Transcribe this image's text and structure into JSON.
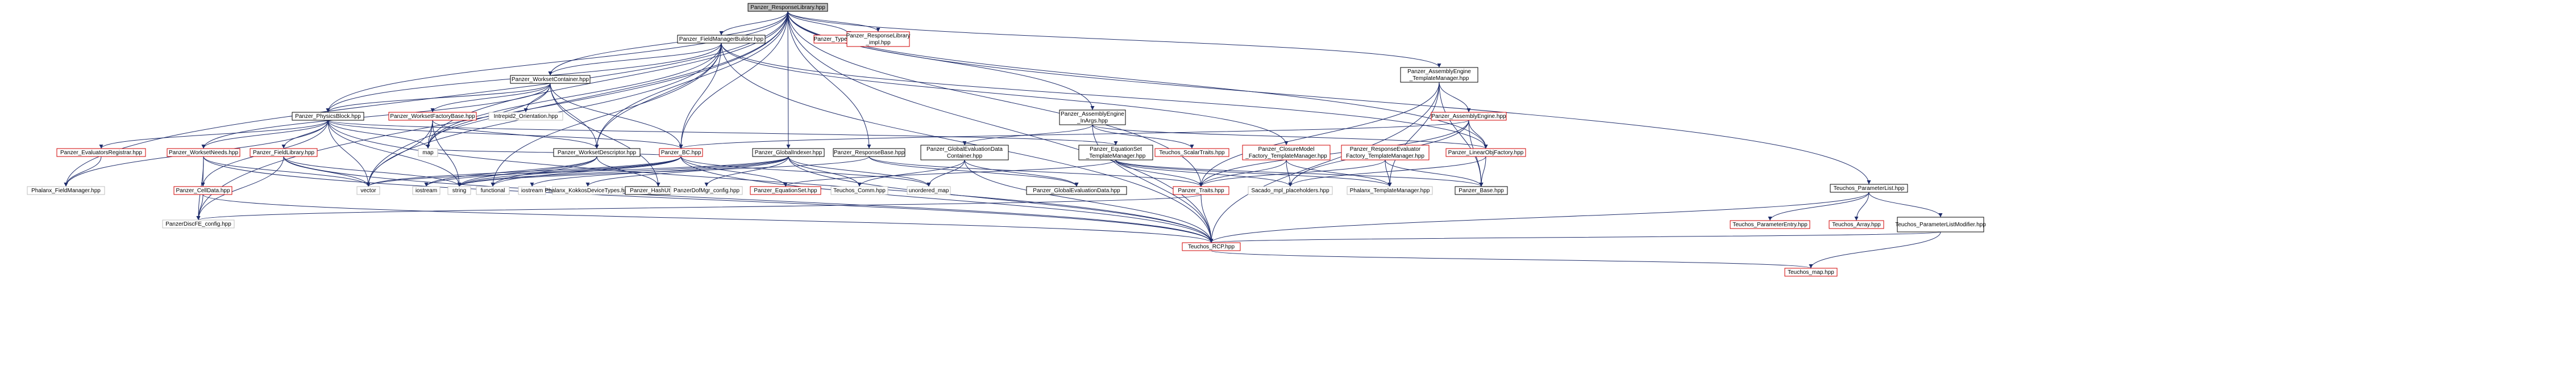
{
  "diagram": {
    "nodes": [
      {
        "id": "root",
        "lines": [
          "Panzer_ResponseLibrary.hpp"
        ],
        "variant": "root"
      },
      {
        "id": "fmb",
        "lines": [
          "Panzer_FieldManagerBuilder.hpp"
        ],
        "variant": "normal"
      },
      {
        "id": "wc",
        "lines": [
          "Panzer_WorksetContainer.hpp"
        ],
        "variant": "normal"
      },
      {
        "id": "aetm",
        "lines": [
          "Panzer_AssemblyEngine",
          "_TemplateManager.hpp"
        ],
        "variant": "normal"
      },
      {
        "id": "tam",
        "lines": [
          "Panzer_TypeAssocMap.hpp"
        ],
        "variant": "missing"
      },
      {
        "id": "rlimpl",
        "lines": [
          "Panzer_ResponseLibrary",
          "_impl.hpp"
        ],
        "variant": "missing"
      },
      {
        "id": "pb",
        "lines": [
          "Panzer_PhysicsBlock.hpp"
        ],
        "variant": "normal"
      },
      {
        "id": "wfb",
        "lines": [
          "Panzer_WorksetFactoryBase.hpp"
        ],
        "variant": "missing"
      },
      {
        "id": "intrepid",
        "lines": [
          "Intrepid2_Orientation.hpp"
        ],
        "variant": "system"
      },
      {
        "id": "aeinargs",
        "lines": [
          "Panzer_AssemblyEngine",
          "_InArgs.hpp"
        ],
        "variant": "normal"
      },
      {
        "id": "ae",
        "lines": [
          "Panzer_AssemblyEngine.hpp"
        ],
        "variant": "missing"
      },
      {
        "id": "tpl",
        "lines": [
          "Teuchos_ParameterList.hpp"
        ],
        "variant": "normal"
      },
      {
        "id": "er",
        "lines": [
          "Panzer_EvaluatorsRegistrar.hpp"
        ],
        "variant": "missing"
      },
      {
        "id": "wn",
        "lines": [
          "Panzer_WorksetNeeds.hpp"
        ],
        "variant": "missing"
      },
      {
        "id": "fl",
        "lines": [
          "Panzer_FieldLibrary.hpp"
        ],
        "variant": "missing"
      },
      {
        "id": "map",
        "lines": [
          "map"
        ],
        "variant": "system"
      },
      {
        "id": "wd",
        "lines": [
          "Panzer_WorksetDescriptor.hpp"
        ],
        "variant": "normal"
      },
      {
        "id": "bc",
        "lines": [
          "Panzer_BC.hpp"
        ],
        "variant": "missing"
      },
      {
        "id": "gi",
        "lines": [
          "Panzer_GlobalIndexer.hpp"
        ],
        "variant": "normal"
      },
      {
        "id": "rb",
        "lines": [
          "Panzer_ResponseBase.hpp"
        ],
        "variant": "normal"
      },
      {
        "id": "gedc",
        "lines": [
          "Panzer_GlobalEvaluationData",
          "Container.hpp"
        ],
        "variant": "normal"
      },
      {
        "id": "esst",
        "lines": [
          "Panzer_EquationSet",
          "_TemplateManager.hpp"
        ],
        "variant": "normal"
      },
      {
        "id": "tst",
        "lines": [
          "Teuchos_ScalarTraits.hpp"
        ],
        "variant": "missing"
      },
      {
        "id": "cmftm",
        "lines": [
          "Panzer_ClosureModel",
          "_Factory_TemplateManager.hpp"
        ],
        "variant": "missing"
      },
      {
        "id": "reftm",
        "lines": [
          "Panzer_ResponseEvaluator",
          "Factory_TemplateManager.hpp"
        ],
        "variant": "missing"
      },
      {
        "id": "lof",
        "lines": [
          "Panzer_LinearObjFactory.hpp"
        ],
        "variant": "missing"
      },
      {
        "id": "fm",
        "lines": [
          "Phalanx_FieldManager.hpp"
        ],
        "variant": "system"
      },
      {
        "id": "cd",
        "lines": [
          "Panzer_CellData.hpp"
        ],
        "variant": "missing"
      },
      {
        "id": "vector",
        "lines": [
          "vector"
        ],
        "variant": "system"
      },
      {
        "id": "iostream",
        "lines": [
          "iostream"
        ],
        "variant": "system"
      },
      {
        "id": "string",
        "lines": [
          "string"
        ],
        "variant": "system"
      },
      {
        "id": "functional",
        "lines": [
          "functional"
        ],
        "variant": "system"
      },
      {
        "id": "iostream2",
        "lines": [
          "iostream"
        ],
        "variant": "system"
      },
      {
        "id": "pkdt",
        "lines": [
          "Phalanx_KokkosDeviceTypes.hpp"
        ],
        "variant": "system"
      },
      {
        "id": "hash",
        "lines": [
          "Panzer_HashUtils.hpp"
        ],
        "variant": "normal"
      },
      {
        "id": "dofcfg",
        "lines": [
          "PanzerDofMgr_config.hpp"
        ],
        "variant": "system"
      },
      {
        "id": "eqset",
        "lines": [
          "Panzer_EquationSet.hpp"
        ],
        "variant": "missing"
      },
      {
        "id": "comm",
        "lines": [
          "Teuchos_Comm.hpp"
        ],
        "variant": "system"
      },
      {
        "id": "umap",
        "lines": [
          "unordered_map"
        ],
        "variant": "system"
      },
      {
        "id": "ged",
        "lines": [
          "Panzer_GlobalEvaluationData.hpp"
        ],
        "variant": "normal"
      },
      {
        "id": "traits",
        "lines": [
          "Panzer_Traits.hpp"
        ],
        "variant": "missing"
      },
      {
        "id": "sacado",
        "lines": [
          "Sacado_mpl_placeholders.hpp"
        ],
        "variant": "system"
      },
      {
        "id": "ptm",
        "lines": [
          "Phalanx_TemplateManager.hpp"
        ],
        "variant": "system"
      },
      {
        "id": "base",
        "lines": [
          "Panzer_Base.hpp"
        ],
        "variant": "normal"
      },
      {
        "id": "tpe",
        "lines": [
          "Teuchos_ParameterEntry.hpp"
        ],
        "variant": "missing"
      },
      {
        "id": "tarr",
        "lines": [
          "Teuchos_Array.hpp"
        ],
        "variant": "missing"
      },
      {
        "id": "tplm",
        "lines": [
          "Teuchos_ParameterListModifier.hpp"
        ],
        "variant": "normal"
      },
      {
        "id": "discfg",
        "lines": [
          "PanzerDiscFE_config.hpp"
        ],
        "variant": "system"
      },
      {
        "id": "rcp",
        "lines": [
          "Teuchos_RCP.hpp"
        ],
        "variant": "missing"
      },
      {
        "id": "tmap",
        "lines": [
          "Teuchos_map.hpp"
        ],
        "variant": "missing"
      }
    ],
    "edges": [
      [
        "root",
        "fmb"
      ],
      [
        "root",
        "wc"
      ],
      [
        "root",
        "aetm"
      ],
      [
        "root",
        "tam"
      ],
      [
        "root",
        "rlimpl"
      ],
      [
        "root",
        "pb"
      ],
      [
        "root",
        "aeinargs"
      ],
      [
        "root",
        "tpl"
      ],
      [
        "root",
        "gi"
      ],
      [
        "root",
        "rb"
      ],
      [
        "root",
        "wd"
      ],
      [
        "root",
        "bc"
      ],
      [
        "root",
        "traits"
      ],
      [
        "root",
        "lof"
      ],
      [
        "root",
        "map"
      ],
      [
        "root",
        "vector"
      ],
      [
        "root",
        "fm"
      ],
      [
        "root",
        "discfg"
      ],
      [
        "root",
        "rcp"
      ],
      [
        "fmb",
        "wc"
      ],
      [
        "fmb",
        "map"
      ],
      [
        "fmb",
        "pb"
      ],
      [
        "fmb",
        "wd"
      ],
      [
        "fmb",
        "bc"
      ],
      [
        "fmb",
        "functional"
      ],
      [
        "fmb",
        "cmftm"
      ],
      [
        "fmb",
        "lof"
      ],
      [
        "fmb",
        "rcp"
      ],
      [
        "fmb",
        "vector"
      ],
      [
        "wc",
        "pb"
      ],
      [
        "wc",
        "wfb"
      ],
      [
        "wc",
        "intrepid"
      ],
      [
        "wc",
        "wd"
      ],
      [
        "wc",
        "bc"
      ],
      [
        "wc",
        "wn"
      ],
      [
        "wc",
        "map"
      ],
      [
        "wc",
        "hash"
      ],
      [
        "aetm",
        "ae"
      ],
      [
        "aetm",
        "traits"
      ],
      [
        "aetm",
        "base"
      ],
      [
        "aetm",
        "rcp"
      ],
      [
        "aetm",
        "ptm"
      ],
      [
        "pb",
        "er"
      ],
      [
        "pb",
        "wn"
      ],
      [
        "pb",
        "fl"
      ],
      [
        "pb",
        "map"
      ],
      [
        "pb",
        "cd"
      ],
      [
        "pb",
        "vector"
      ],
      [
        "pb",
        "string"
      ],
      [
        "pb",
        "rcp"
      ],
      [
        "pb",
        "bc"
      ],
      [
        "pb",
        "esst"
      ],
      [
        "pb",
        "fm"
      ],
      [
        "wfb",
        "map"
      ],
      [
        "wfb",
        "wd"
      ],
      [
        "wfb",
        "string"
      ],
      [
        "wfb",
        "vector"
      ],
      [
        "aeinargs",
        "gedc"
      ],
      [
        "aeinargs",
        "lof"
      ],
      [
        "aeinargs",
        "tst"
      ],
      [
        "aeinargs",
        "rcp"
      ],
      [
        "ae",
        "lof"
      ],
      [
        "ae",
        "base"
      ],
      [
        "ae",
        "traits"
      ],
      [
        "ae",
        "sacado"
      ],
      [
        "ae",
        "bc"
      ],
      [
        "tpl",
        "tpe"
      ],
      [
        "tpl",
        "tarr"
      ],
      [
        "tpl",
        "tplm"
      ],
      [
        "tpl",
        "rcp"
      ],
      [
        "er",
        "fm"
      ],
      [
        "wn",
        "cd"
      ],
      [
        "wn",
        "vector"
      ],
      [
        "wn",
        "discfg"
      ],
      [
        "wn",
        "rcp"
      ],
      [
        "fl",
        "discfg"
      ],
      [
        "fl",
        "string"
      ],
      [
        "fl",
        "rcp"
      ],
      [
        "fl",
        "vector"
      ],
      [
        "wd",
        "string"
      ],
      [
        "wd",
        "functional"
      ],
      [
        "wd",
        "hash"
      ],
      [
        "wd",
        "iostream"
      ],
      [
        "bc",
        "string"
      ],
      [
        "bc",
        "iostream"
      ],
      [
        "bc",
        "functional"
      ],
      [
        "bc",
        "vector"
      ],
      [
        "bc",
        "rcp"
      ],
      [
        "bc",
        "map"
      ],
      [
        "bc",
        "eqset"
      ],
      [
        "bc",
        "umap"
      ],
      [
        "gi",
        "pkdt"
      ],
      [
        "gi",
        "dofcfg"
      ],
      [
        "gi",
        "comm"
      ],
      [
        "gi",
        "umap"
      ],
      [
        "gi",
        "iostream2"
      ],
      [
        "gi",
        "vector"
      ],
      [
        "gi",
        "string"
      ],
      [
        "gi",
        "rcp"
      ],
      [
        "rb",
        "traits"
      ],
      [
        "rb",
        "string"
      ],
      [
        "rb",
        "ged"
      ],
      [
        "gedc",
        "ged"
      ],
      [
        "gedc",
        "umap"
      ],
      [
        "gedc",
        "rcp"
      ],
      [
        "gedc",
        "comm"
      ],
      [
        "esst",
        "traits"
      ],
      [
        "esst",
        "ptm"
      ],
      [
        "esst",
        "sacado"
      ],
      [
        "esst",
        "base"
      ],
      [
        "esst",
        "eqset"
      ],
      [
        "cmftm",
        "traits"
      ],
      [
        "cmftm",
        "ptm"
      ],
      [
        "cmftm",
        "sacado"
      ],
      [
        "reftm",
        "traits"
      ],
      [
        "reftm",
        "ptm"
      ],
      [
        "reftm",
        "base"
      ],
      [
        "lof",
        "base"
      ],
      [
        "lof",
        "sacado"
      ],
      [
        "cd",
        "discfg"
      ],
      [
        "cd",
        "rcp"
      ],
      [
        "traits",
        "rcp"
      ],
      [
        "traits",
        "discfg"
      ],
      [
        "tplm",
        "tmap"
      ],
      [
        "tplm",
        "rcp"
      ],
      [
        "rcp",
        "tmap"
      ]
    ]
  }
}
